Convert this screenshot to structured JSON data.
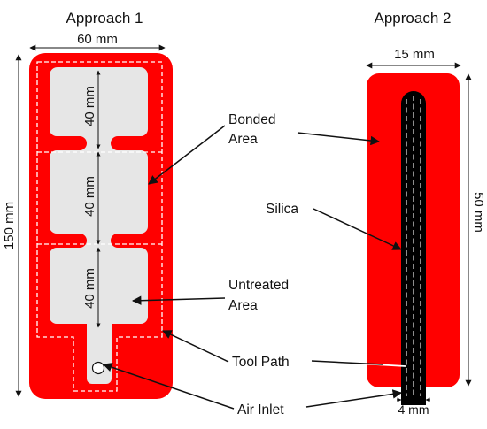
{
  "titles": {
    "approach1": "Approach 1",
    "approach2": "Approach 2"
  },
  "dimensions": {
    "a1_width": "60 mm",
    "a1_height": "150 mm",
    "a1_pocket_top": "40 mm",
    "a1_pocket_mid": "40 mm",
    "a1_pocket_bottom": "40 mm",
    "a2_width": "15 mm",
    "a2_height": "50 mm",
    "a2_channel": "4 mm"
  },
  "labels": {
    "bonded_line1": "Bonded",
    "bonded_line2": "Area",
    "silica": "Silica",
    "untreated_line1": "Untreated",
    "untreated_line2": "Area",
    "tool_path": "Tool Path",
    "air_inlet": "Air Inlet"
  },
  "colors": {
    "bonded": "#ff0000",
    "untreated": "#e6e6e6",
    "silica": "#000000",
    "tool_path": "#ffffff",
    "text": "#111111"
  }
}
